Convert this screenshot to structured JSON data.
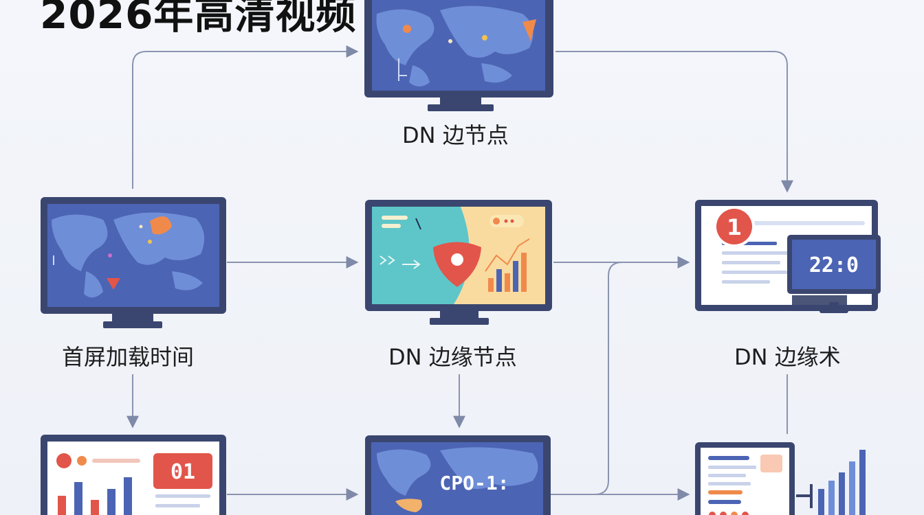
{
  "title": "2026年高清视频",
  "nodes": {
    "top_center": {
      "label": "DN 边节点"
    },
    "mid_left": {
      "label": "首屏加载时间"
    },
    "mid_center": {
      "label": "DN 边缘节点"
    },
    "mid_right": {
      "label": "DN 边缘术",
      "counter_badge": "1",
      "clock_text": "22:0"
    },
    "bottom_left": {
      "badge": "01"
    },
    "bottom_center": {
      "screen_text": "CPO-1:"
    }
  },
  "colors": {
    "bezel": "#3a466f",
    "screen_blue": "#4c64b4",
    "land": "#6f8ed8",
    "accent_orange": "#f08a4b",
    "accent_red": "#e2554a",
    "teal": "#5ec6c9",
    "connector": "#8a94b0"
  }
}
